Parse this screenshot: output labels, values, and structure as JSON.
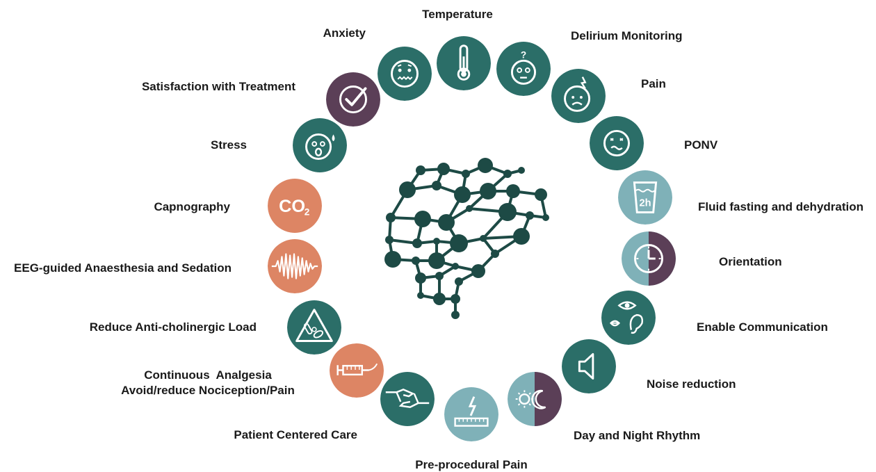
{
  "colors": {
    "teal": "#2b6e68",
    "light_teal": "#7fb1b8",
    "purple": "#5b3f57",
    "orange": "#dd8564",
    "brain": "#1d4a45",
    "label_text": "#1a1a1a"
  },
  "items": [
    {
      "label": "Temperature",
      "icon": "thermometer-icon",
      "color": "teal"
    },
    {
      "label": "Delirium Monitoring",
      "icon": "confused-face-icon",
      "color": "teal"
    },
    {
      "label": "Pain",
      "icon": "headache-face-icon",
      "color": "teal"
    },
    {
      "label": "PONV",
      "icon": "nauseous-face-icon",
      "color": "teal"
    },
    {
      "label": "Fluid fasting and dehydration",
      "icon": "water-glass-icon",
      "color": "light_teal",
      "icon_text": "2h"
    },
    {
      "label": "Orientation",
      "icon": "clock-icon",
      "color": "light_teal_purple"
    },
    {
      "label": "Enable Communication",
      "icon": "eye-mouth-ear-icon",
      "color": "teal"
    },
    {
      "label": "Noise reduction",
      "icon": "speaker-icon",
      "color": "teal"
    },
    {
      "label": "Day and Night Rhythm",
      "icon": "sun-moon-icon",
      "color": "light_teal_purple"
    },
    {
      "label": "Pre-procedural Pain",
      "icon": "ruler-lightning-icon",
      "color": "light_teal"
    },
    {
      "label": "Patient Centered Care",
      "icon": "handshake-icon",
      "color": "teal"
    },
    {
      "label_lines": [
        "Continuous  Analgesia",
        "Avoid/reduce Nociception/Pain"
      ],
      "icon": "syringe-icon",
      "color": "orange"
    },
    {
      "label": "Reduce Anti-cholinergic Load",
      "icon": "warning-pills-icon",
      "color": "teal"
    },
    {
      "label": "EEG-guided Anaesthesia and Sedation",
      "icon": "eeg-wave-icon",
      "color": "orange"
    },
    {
      "label": "Capnography",
      "icon": "co2-icon",
      "color": "orange",
      "icon_text": "CO",
      "icon_sub": "2"
    },
    {
      "label": "Stress",
      "icon": "stressed-face-icon",
      "color": "teal"
    },
    {
      "label": "Satisfaction with Treatment",
      "icon": "checkmark-icon",
      "color": "purple"
    },
    {
      "label": "Anxiety",
      "icon": "anxious-face-icon",
      "color": "teal"
    }
  ],
  "center_icon": "brain-network-icon"
}
